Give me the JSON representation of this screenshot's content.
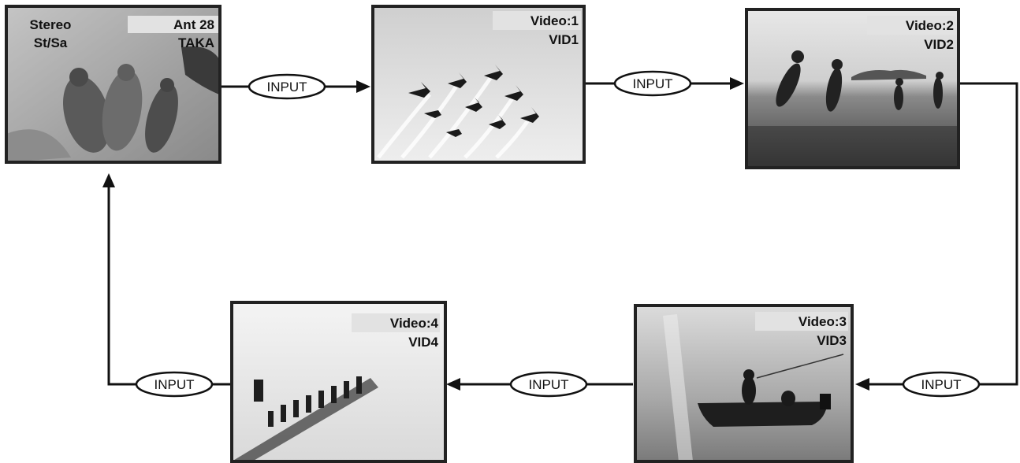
{
  "screens": {
    "tv": {
      "left1": "Stereo",
      "left2": "St/Sa",
      "right1": "Ant 28",
      "right2": "TAKA"
    },
    "vid1": {
      "line1": "Video:1",
      "line2": "VID1"
    },
    "vid2": {
      "line1": "Video:2",
      "line2": "VID2"
    },
    "vid3": {
      "line1": "Video:3",
      "line2": "VID3"
    },
    "vid4": {
      "line1": "Video:4",
      "line2": "VID4"
    }
  },
  "input_buttons": {
    "tv_to_vid1": "INPUT",
    "vid1_to_vid2": "INPUT",
    "vid2_to_vid3": "INPUT",
    "vid3_to_vid4": "INPUT",
    "vid4_to_tv": "INPUT"
  },
  "colors": {
    "line": "#111111",
    "label_band": "#e2e2e2",
    "frame": "#222222"
  },
  "image_subjects": {
    "tv": "sea-lions-photo",
    "vid1": "jet-formation-photo",
    "vid2": "beach-hikers-photo",
    "vid3": "fishing-boat-photo",
    "vid4": "snow-climbers-photo"
  }
}
